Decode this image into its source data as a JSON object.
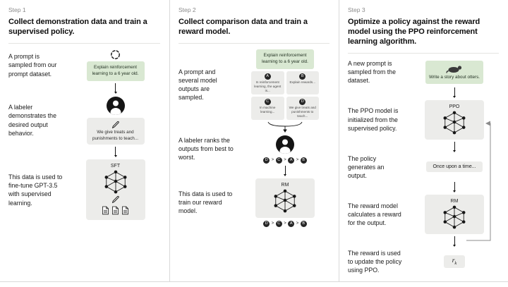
{
  "colors": {
    "green_box": "#d9e8d2",
    "gray_box": "#ececea",
    "divider": "#d9d9d9",
    "muted": "#8a8a8a"
  },
  "step1": {
    "label": "Step 1",
    "title": "Collect demonstration data and train a supervised policy.",
    "rows": {
      "prompt_caption": "A prompt is sampled from our prompt dataset.",
      "labeler_caption": "A labeler demonstrates the desired output behavior.",
      "finetune_caption": "This data is used to fine-tune GPT-3.5 with supervised learning."
    },
    "prompt": "Explain reinforcement learning to a 6 year old.",
    "demonstration": "We give treats and punishments to teach...",
    "model_label": "SFT"
  },
  "step2": {
    "label": "Step 2",
    "title": "Collect comparison data and train a reward model.",
    "rows": {
      "sample_caption": "A prompt and several model outputs are sampled.",
      "rank_caption": "A labeler ranks the outputs from best to worst.",
      "train_caption": "This data is used to train our reward model."
    },
    "prompt": "Explain reinforcement learning to a 6 year old.",
    "outputs": [
      {
        "letter": "A",
        "text": "In reinforcement learning, the agent is..."
      },
      {
        "letter": "B",
        "text": "Explain rewards..."
      },
      {
        "letter": "C",
        "text": "In machine learning..."
      },
      {
        "letter": "D",
        "text": "We give treats and punishments to teach..."
      }
    ],
    "ranking": {
      "order": [
        "D",
        "C",
        "A",
        "B"
      ],
      "separators": [
        ">",
        ">",
        ">"
      ]
    },
    "model_label": "RM"
  },
  "step3": {
    "label": "Step 3",
    "title": "Optimize a policy against the reward model using the PPO reinforcement learning algorithm.",
    "rows": {
      "prompt_caption": "A new prompt is sampled from the dataset.",
      "init_caption": "The PPO model is initialized from the supervised policy.",
      "output_caption": "The policy generates an output.",
      "reward_caption": "The reward model calculates a reward for the output.",
      "update_caption": "The reward is used to update the policy using PPO."
    },
    "prompt": "Write a story about otters.",
    "ppo_label": "PPO",
    "output_text": "Once upon a time...",
    "rm_label": "RM",
    "reward": {
      "symbol": "r",
      "subscript": "k"
    }
  }
}
